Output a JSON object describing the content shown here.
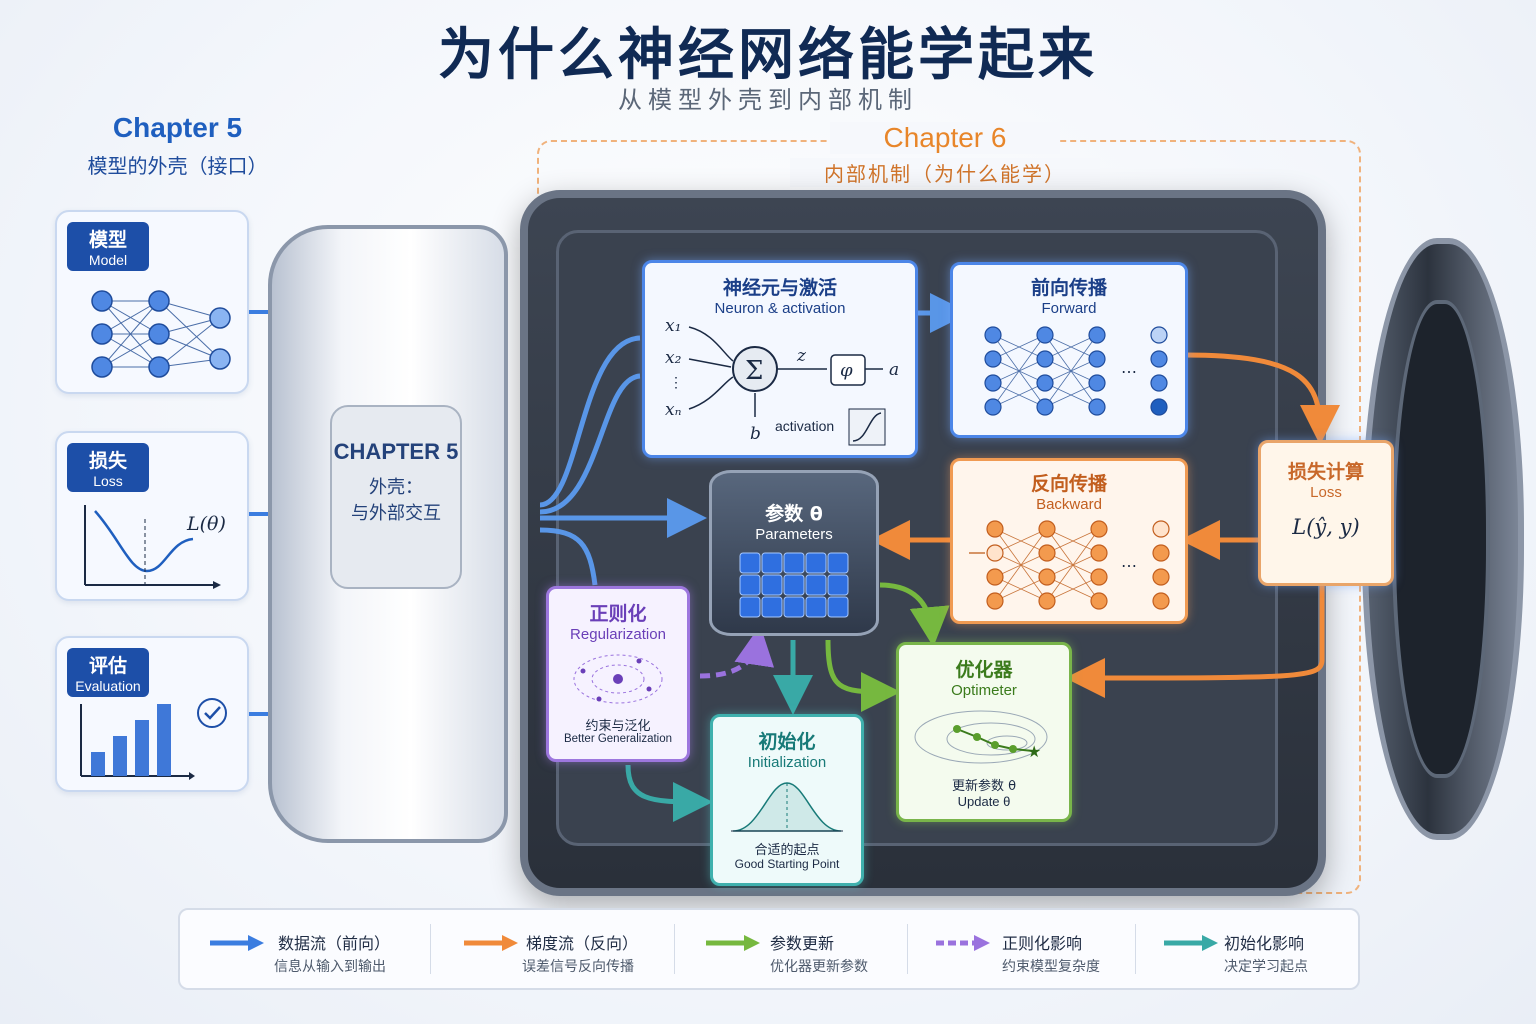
{
  "title": "为什么神经网络能学起来",
  "subtitle": "从模型外壳到内部机制",
  "chapter5": {
    "title": "Chapter 5",
    "subtitle": "模型的外壳（接口）",
    "cards": [
      {
        "zh": "模型",
        "en": "Model"
      },
      {
        "zh": "损失",
        "en": "Loss",
        "formula": "L(θ)"
      },
      {
        "zh": "评估",
        "en": "Evaluation"
      }
    ],
    "shell_title": "CHAPTER 5",
    "shell_line1": "外壳：",
    "shell_line2": "与外部交互"
  },
  "chapter6": {
    "title": "Chapter 6",
    "subtitle": "内部机制（为什么能学）"
  },
  "modules": {
    "neuron": {
      "zh": "神经元与激活",
      "en": "Neuron & activation",
      "activation_label": "activation"
    },
    "forward": {
      "zh": "前向传播",
      "en": "Forward"
    },
    "backward": {
      "zh": "反向传播",
      "en": "Backward"
    },
    "loss": {
      "zh": "损失计算",
      "en": "Loss",
      "formula": "L(ŷ, y)"
    },
    "params": {
      "zh": "参数 θ",
      "en": "Parameters"
    },
    "regularization": {
      "zh": "正则化",
      "en": "Regularization",
      "cap_zh": "约束与泛化",
      "cap_en": "Better Generalization"
    },
    "initialization": {
      "zh": "初始化",
      "en": "Initialization",
      "cap_zh": "合适的起点",
      "cap_en": "Good Starting Point"
    },
    "optimizer": {
      "zh": "优化器",
      "en": "Optimeter",
      "cap_zh": "更新参数 θ",
      "cap_en": "Update θ"
    }
  },
  "legend": [
    {
      "title": "数据流（前向）",
      "desc": "信息从输入到输出",
      "color": "#3b7de0"
    },
    {
      "title": "梯度流（反向）",
      "desc": "误差信号反向传播",
      "color": "#f08a3a"
    },
    {
      "title": "参数更新",
      "desc": "优化器更新参数",
      "color": "#76b83f"
    },
    {
      "title": "正则化影响",
      "desc": "约束模型复杂度",
      "color": "#9a72de"
    },
    {
      "title": "初始化影响",
      "desc": "决定学习起点",
      "color": "#39a9a6"
    }
  ],
  "colors": {
    "primary": "#1f5fbf",
    "accent": "#e8862a",
    "dark": "#102a54"
  }
}
